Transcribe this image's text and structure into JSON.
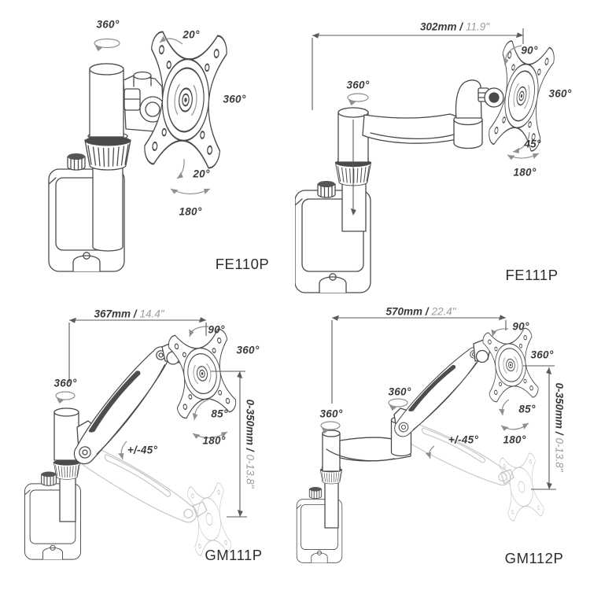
{
  "title": "Monitor wall-mount arm articulation diagrams",
  "colors": {
    "line": "#4a4a4a",
    "ghost": "#c6c6c6",
    "annotation_arrow": "#8f8f8f",
    "dimension": "#5a5a5a",
    "text_primary": "#3a3a3a",
    "text_secondary": "#9c9c9c"
  },
  "panels": [
    {
      "model": "FE110P",
      "labels": {
        "base_swivel": "360°",
        "tilt_up": "20°",
        "rotation": "360°",
        "tilt_down": "20°",
        "swivel": "180°"
      }
    },
    {
      "model": "FE111P",
      "arm_length": {
        "metric": "302mm /",
        "imperial": "11.9\""
      },
      "labels": {
        "tilt_up": "90°",
        "base_swivel": "360°",
        "rotation": "360°",
        "tilt_down": "45°",
        "swivel": "180°"
      }
    },
    {
      "model": "GM111P",
      "arm_length": {
        "metric": "367mm /",
        "imperial": "14.4\""
      },
      "height_range": {
        "metric": "0-350mm /",
        "imperial": "0-13.8\""
      },
      "labels": {
        "tilt_up": "90°",
        "rotation": "360°",
        "base_swivel": "360°",
        "tilt_down": "85°",
        "swivel": "180°",
        "arm_tilt": "+/-45°"
      }
    },
    {
      "model": "GM112P",
      "arm_length": {
        "metric": "570mm /",
        "imperial": "22.4\""
      },
      "height_range": {
        "metric": "0-350mm /",
        "imperial": "0-13.8\""
      },
      "labels": {
        "tilt_up": "90°",
        "rotation": "360°",
        "mid_swivel": "360°",
        "base_swivel": "360°",
        "tilt_down": "85°",
        "swivel": "180°",
        "arm_tilt": "+/-45°"
      }
    }
  ]
}
